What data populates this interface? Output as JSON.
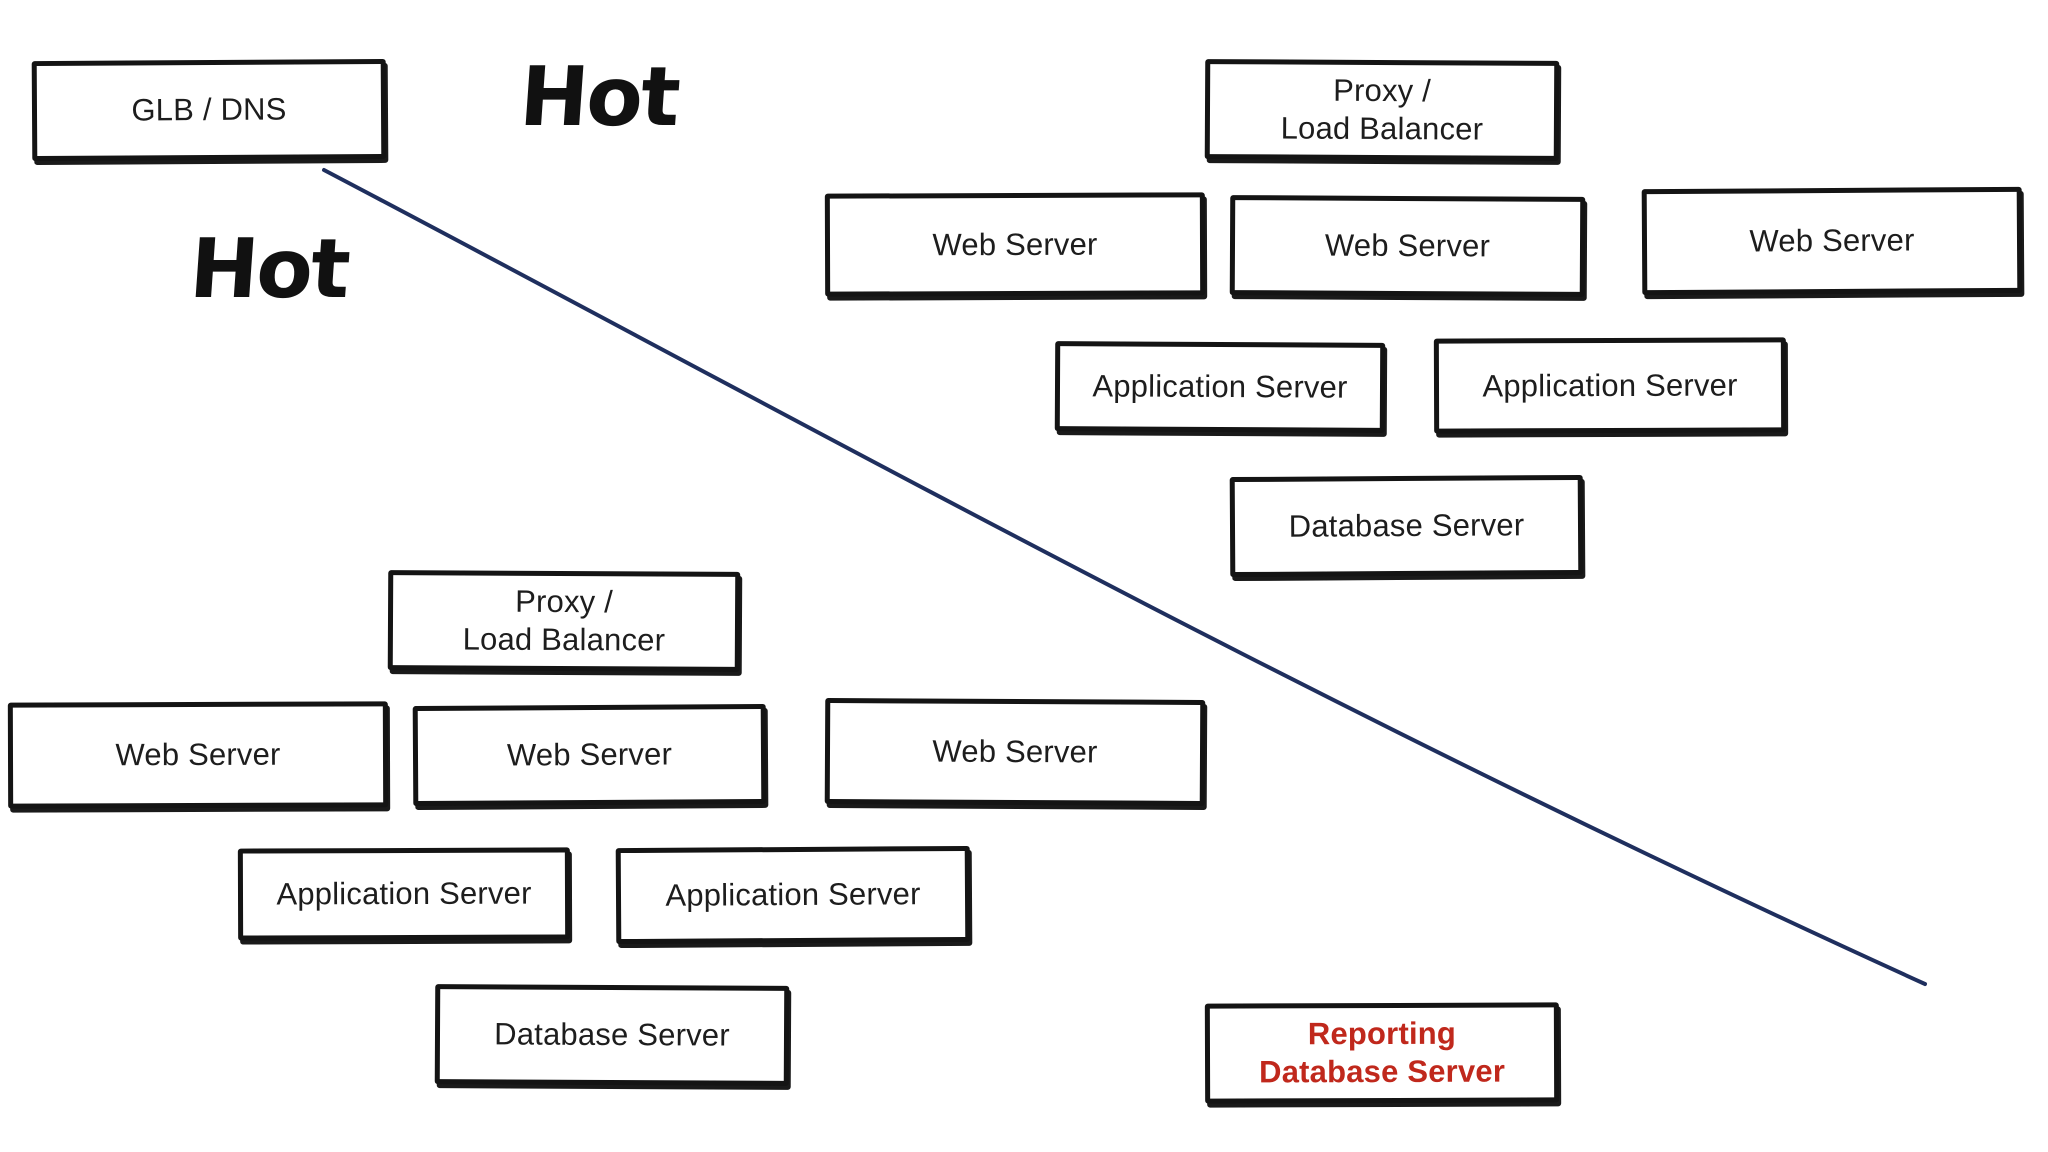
{
  "labels": {
    "hot_top": "Hot",
    "hot_left": "Hot"
  },
  "boxes": [
    {
      "id": "b1",
      "name": "glb-dns-box",
      "text": "GLB / DNS"
    },
    {
      "id": "b2",
      "name": "proxy-load-balancer-box",
      "text": "Proxy /\nLoad Balancer"
    },
    {
      "id": "b3",
      "name": "web-server-box",
      "text": "Web Server"
    },
    {
      "id": "b4",
      "name": "web-server-box",
      "text": "Web Server"
    },
    {
      "id": "b5",
      "name": "web-server-box",
      "text": "Web Server"
    },
    {
      "id": "b6",
      "name": "application-server-box",
      "text": "Application Server"
    },
    {
      "id": "b7",
      "name": "application-server-box",
      "text": "Application Server"
    },
    {
      "id": "b8",
      "name": "database-server-box",
      "text": "Database Server"
    },
    {
      "id": "b9",
      "name": "proxy-load-balancer-box",
      "text": "Proxy /\nLoad Balancer"
    },
    {
      "id": "b10",
      "name": "web-server-box",
      "text": "Web Server"
    },
    {
      "id": "b11",
      "name": "web-server-box",
      "text": "Web Server"
    },
    {
      "id": "b12",
      "name": "web-server-box",
      "text": "Web Server"
    },
    {
      "id": "b13",
      "name": "application-server-box",
      "text": "Application Server"
    },
    {
      "id": "b14",
      "name": "application-server-box",
      "text": "Application Server"
    },
    {
      "id": "b15",
      "name": "database-server-box",
      "text": "Database Server"
    },
    {
      "id": "b16",
      "name": "reporting-database-server-box",
      "text": "Reporting\nDatabase Server",
      "highlight": true
    }
  ],
  "colors": {
    "box_border": "#141414",
    "text": "#1d1d1d",
    "highlight_text": "#c0281c",
    "divider_line": "#1f2f5e",
    "background": "#ffffff"
  }
}
